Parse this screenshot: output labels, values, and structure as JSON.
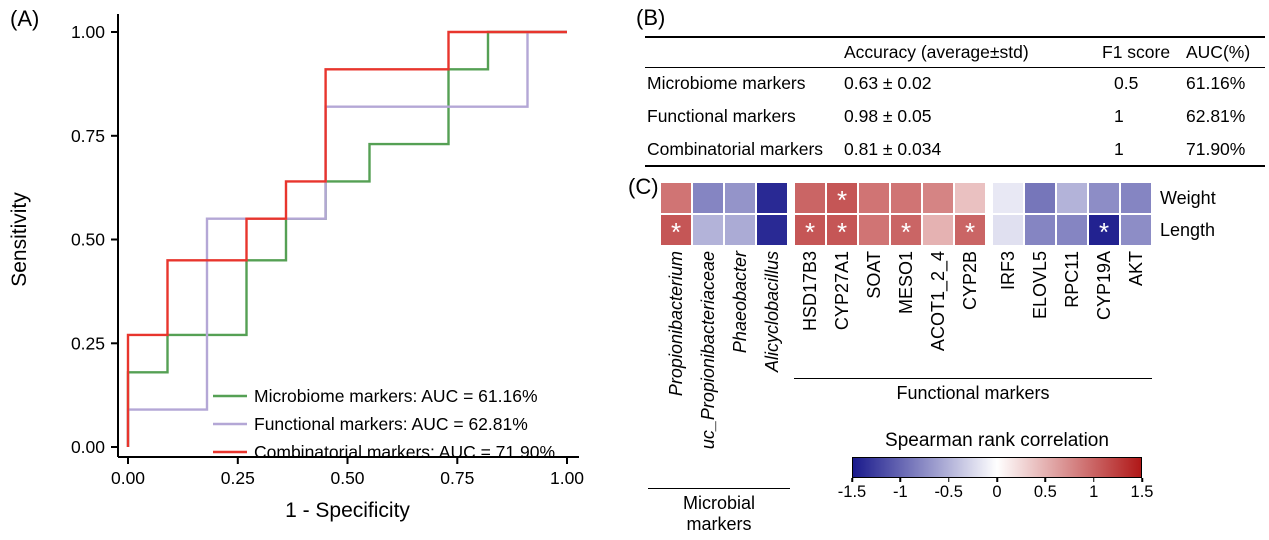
{
  "panels": {
    "a_label": "(A)",
    "b_label": "(B)",
    "c_label": "(C)"
  },
  "panelB": {
    "table": {
      "headers": [
        "",
        "Accuracy (average±std)",
        "F1 score",
        "AUC(%)"
      ],
      "rows": [
        [
          "Microbiome markers",
          "0.63 ± 0.02",
          "0.5",
          "61.16%"
        ],
        [
          "Functional markers",
          "0.98 ± 0.05",
          "1",
          "62.81%"
        ],
        [
          "Combinatorial markers",
          "0.81 ± 0.034",
          "1",
          "71.90%"
        ]
      ]
    }
  },
  "chart_data": [
    {
      "type": "line",
      "name": "roc-curves",
      "xlabel": "1 - Specificity",
      "ylabel": "Sensitivity",
      "xlim": [
        0,
        1
      ],
      "ylim": [
        0,
        1
      ],
      "x_tick_values": [
        0,
        0.25,
        0.5,
        0.75,
        1
      ],
      "x_tick_labels": [
        "0.00",
        "0.25",
        "0.50",
        "0.75",
        "1.00"
      ],
      "y_tick_values": [
        0,
        0.25,
        0.5,
        0.75,
        1
      ],
      "y_tick_labels": [
        "0.00",
        "0.25",
        "0.50",
        "0.75",
        "1.00"
      ],
      "legend_position": "bottom-right-inside",
      "series": [
        {
          "name": "Microbiome markers",
          "auc": "61.16%",
          "legend": "Microbiome markers: AUC = 61.16%",
          "color": "#55a054",
          "points": [
            [
              0,
              0
            ],
            [
              0,
              0.18
            ],
            [
              0.09,
              0.18
            ],
            [
              0.09,
              0.27
            ],
            [
              0.27,
              0.27
            ],
            [
              0.27,
              0.45
            ],
            [
              0.36,
              0.45
            ],
            [
              0.36,
              0.55
            ],
            [
              0.45,
              0.55
            ],
            [
              0.45,
              0.64
            ],
            [
              0.55,
              0.64
            ],
            [
              0.55,
              0.73
            ],
            [
              0.73,
              0.73
            ],
            [
              0.73,
              0.91
            ],
            [
              0.82,
              0.91
            ],
            [
              0.82,
              1
            ],
            [
              1,
              1
            ]
          ]
        },
        {
          "name": "Functional markers",
          "auc": "62.81%",
          "legend": "Functional markers: AUC = 62.81%",
          "color": "#b4a7d6",
          "points": [
            [
              0,
              0
            ],
            [
              0,
              0.09
            ],
            [
              0.18,
              0.09
            ],
            [
              0.18,
              0.55
            ],
            [
              0.45,
              0.55
            ],
            [
              0.45,
              0.82
            ],
            [
              0.91,
              0.82
            ],
            [
              0.91,
              1
            ],
            [
              1,
              1
            ]
          ]
        },
        {
          "name": "Combinatorial markers",
          "auc": "71.90%",
          "legend": "Combinatorial markers: AUC = 71.90%",
          "color": "#e8352d",
          "points": [
            [
              0,
              0
            ],
            [
              0,
              0.27
            ],
            [
              0.09,
              0.27
            ],
            [
              0.09,
              0.45
            ],
            [
              0.27,
              0.45
            ],
            [
              0.27,
              0.55
            ],
            [
              0.36,
              0.55
            ],
            [
              0.36,
              0.64
            ],
            [
              0.45,
              0.64
            ],
            [
              0.45,
              0.91
            ],
            [
              0.73,
              0.91
            ],
            [
              0.73,
              1
            ],
            [
              1,
              1
            ]
          ]
        }
      ]
    },
    {
      "type": "heatmap",
      "name": "spearman-correlation-heatmap",
      "row_labels": [
        "Weight",
        "Length"
      ],
      "columns": [
        "Propionibacterium",
        "uc_Propionibacteriaceae",
        "Phaeobacter",
        "Alicyclobacillus",
        "HSD17B3",
        "CYP27A1",
        "SOAT",
        "MESO1",
        "ACOT1_2_4",
        "CYP2B",
        "IRF3",
        "ELOVL5",
        "RPC11",
        "CYP19A",
        "AKT"
      ],
      "blocks": [
        {
          "start": 0,
          "count": 4,
          "italic": true
        },
        {
          "start": 4,
          "count": 6,
          "italic": false
        },
        {
          "start": 10,
          "count": 5,
          "italic": false
        }
      ],
      "captions": [
        {
          "label": "Microbial markers"
        },
        {
          "label": "Functional markers"
        }
      ],
      "values": [
        [
          0.9,
          -0.8,
          -0.7,
          -1.4,
          1.0,
          1.1,
          0.9,
          0.9,
          0.8,
          0.4,
          -0.15,
          -0.9,
          -0.5,
          -0.75,
          -0.8
        ],
        [
          1.1,
          -0.5,
          -0.55,
          -1.4,
          1.1,
          1.1,
          0.9,
          1.0,
          0.5,
          1.0,
          -0.2,
          -0.8,
          -0.8,
          -1.45,
          -0.75
        ]
      ],
      "significant": [
        [
          0,
          0,
          0,
          0,
          0,
          1,
          0,
          0,
          0,
          0,
          0,
          0,
          0,
          0,
          0
        ],
        [
          1,
          0,
          0,
          0,
          1,
          1,
          0,
          1,
          0,
          1,
          0,
          0,
          0,
          1,
          0
        ]
      ],
      "colorbar": {
        "title": "Spearman rank correlation",
        "tick_labels": [
          "-1.5",
          "-1",
          "-0.5",
          "0",
          "0.5",
          "1",
          "1.5"
        ],
        "min": -1.5,
        "max": 1.5,
        "min_color": "#1a1a8c",
        "mid_color": "#ffffff",
        "max_color": "#b01818"
      }
    }
  ]
}
